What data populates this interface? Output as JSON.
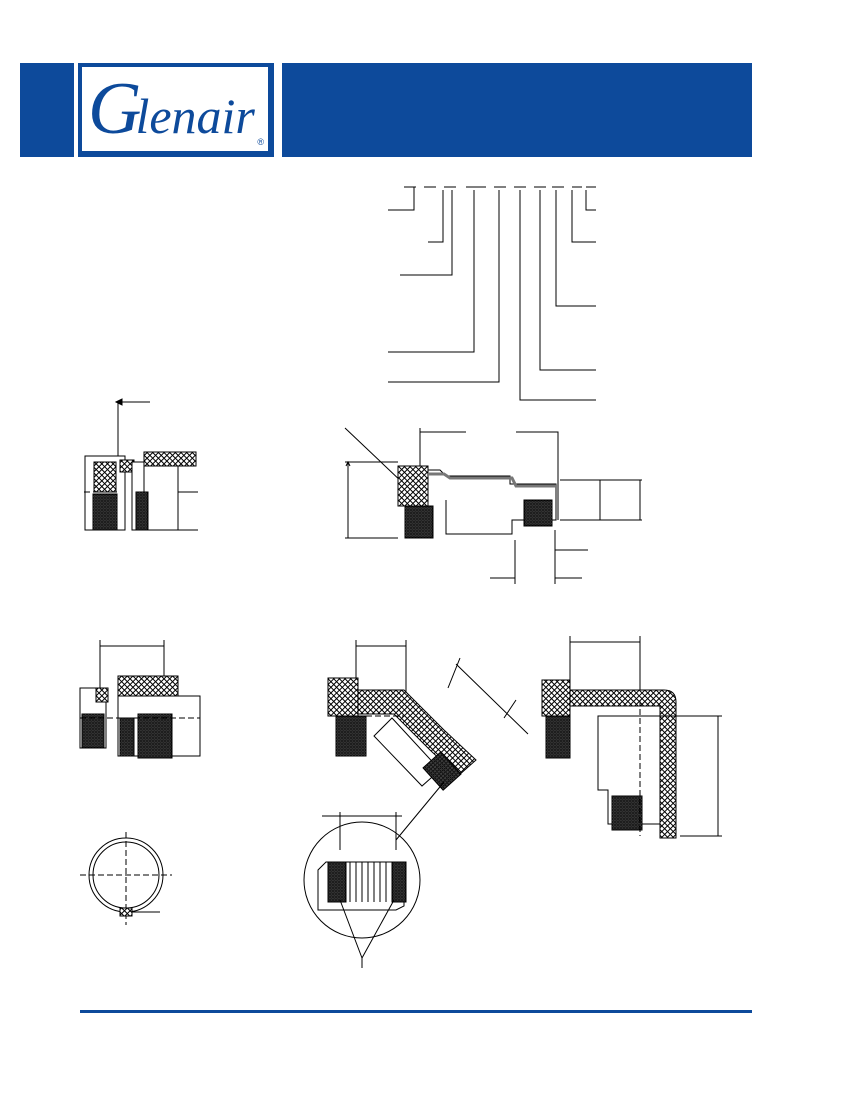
{
  "brand": {
    "logo_text_initial": "G",
    "logo_text_rest": "lenair",
    "registered_mark": "®",
    "primary_color": "#0d4a9b"
  },
  "drawings": {
    "stroke_color": "#000000",
    "knurl_color": "#222222",
    "figures": [
      "part-number-callout",
      "straight-nut-detail",
      "straight-backshell",
      "composite-nut-detail",
      "backshell-45-degree",
      "backshell-90-degree",
      "ring-end-view",
      "knurl-detail-circle"
    ]
  }
}
